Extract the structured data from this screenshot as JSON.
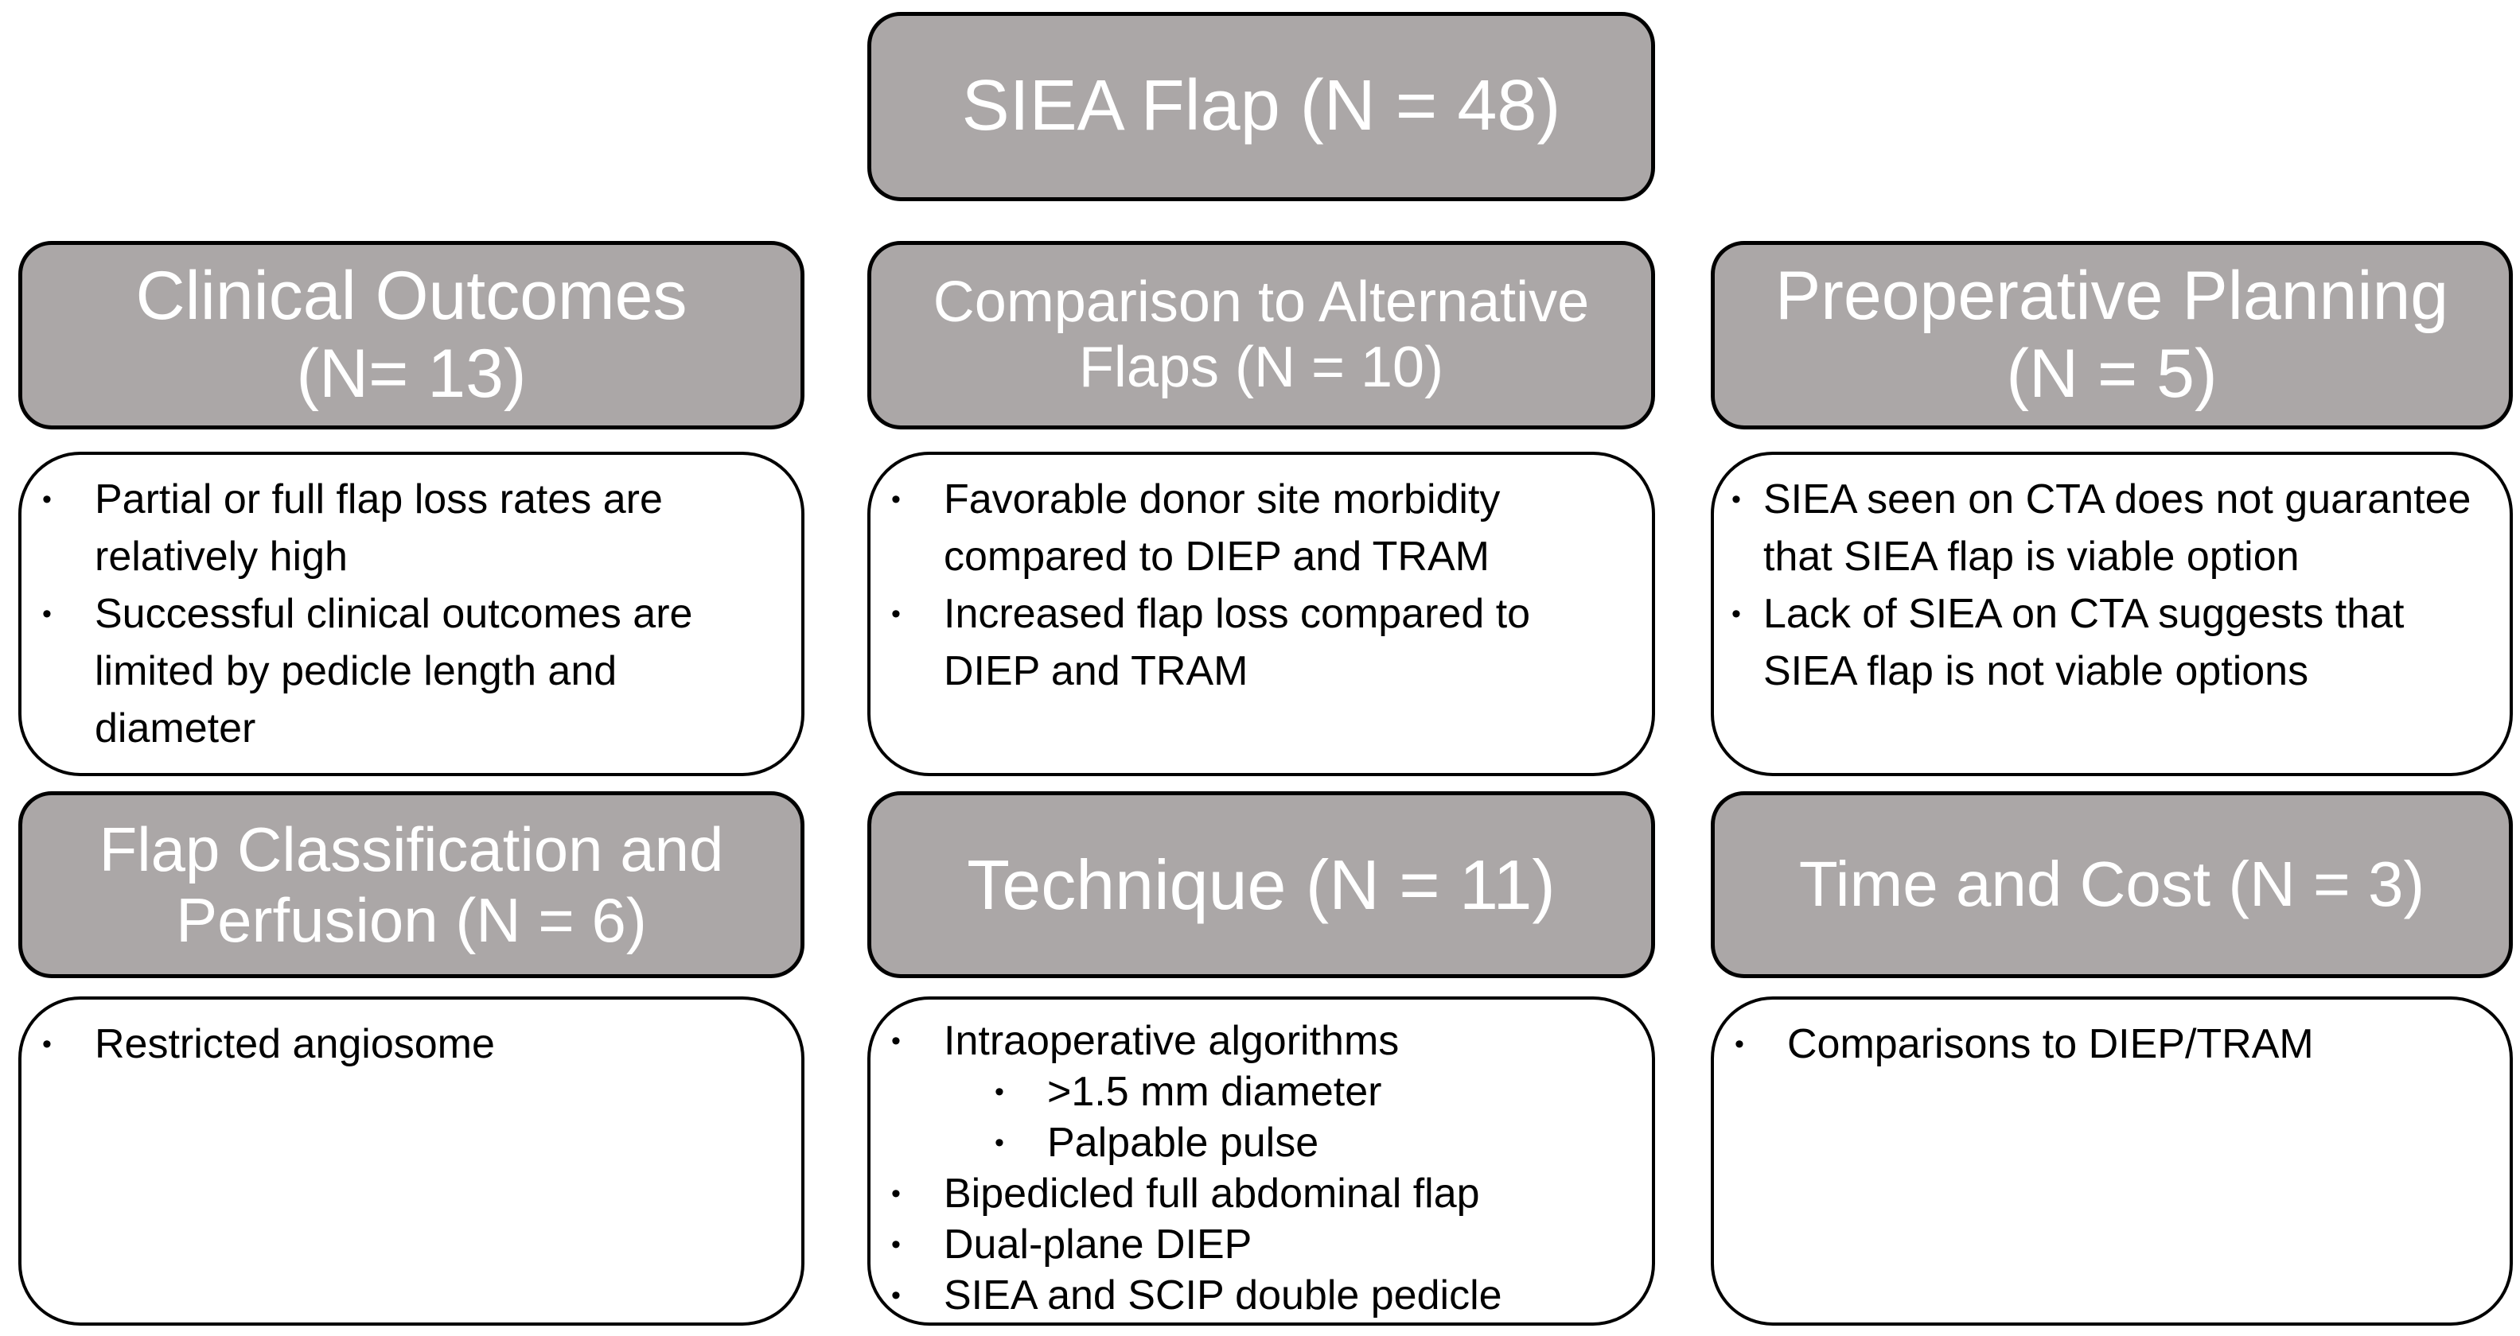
{
  "figure": {
    "title": "SIEA Flap (N = 48)"
  },
  "glyphs": {
    "bullet": "•"
  },
  "colors": {
    "header_background": "#aba7a7",
    "header_text": "#ffffff",
    "box_border": "#000000",
    "body_text": "#000000",
    "page_background": "#ffffff"
  },
  "sections": [
    {
      "header": "Clinical Outcomes (N= 13)",
      "bullets": [
        {
          "text": "Partial or full flap loss rates are relatively high"
        },
        {
          "text": "Successful clinical outcomes are limited by pedicle length and diameter"
        }
      ]
    },
    {
      "header": "Comparison to Alternative Flaps (N = 10)",
      "bullets": [
        {
          "text": "Favorable donor site morbidity compared to DIEP and TRAM"
        },
        {
          "text": "Increased flap loss compared to DIEP and TRAM"
        }
      ]
    },
    {
      "header": "Preoperative Planning (N = 5)",
      "bullets": [
        {
          "text": "SIEA seen on CTA does not guarantee that SIEA flap is viable option"
        },
        {
          "text": "Lack of SIEA on CTA suggests that SIEA flap is not viable options"
        }
      ]
    },
    {
      "header": "Flap Classification and Perfusion (N = 6)",
      "bullets": [
        {
          "text": "Restricted angiosome"
        }
      ]
    },
    {
      "header": "Technique (N = 11)",
      "bullets": [
        {
          "text": "Intraoperative  algorithms",
          "sub": [
            {
              "text": ">1.5 mm diameter"
            },
            {
              "text": "Palpable pulse"
            }
          ]
        },
        {
          "text": "Bipedicled full abdominal flap"
        },
        {
          "text": "Dual-plane DIEP"
        },
        {
          "text": "SIEA and SCIP double pedicle"
        }
      ]
    },
    {
      "header": "Time and Cost (N = 3)",
      "bullets": [
        {
          "text": "Comparisons to DIEP/TRAM"
        }
      ]
    }
  ]
}
